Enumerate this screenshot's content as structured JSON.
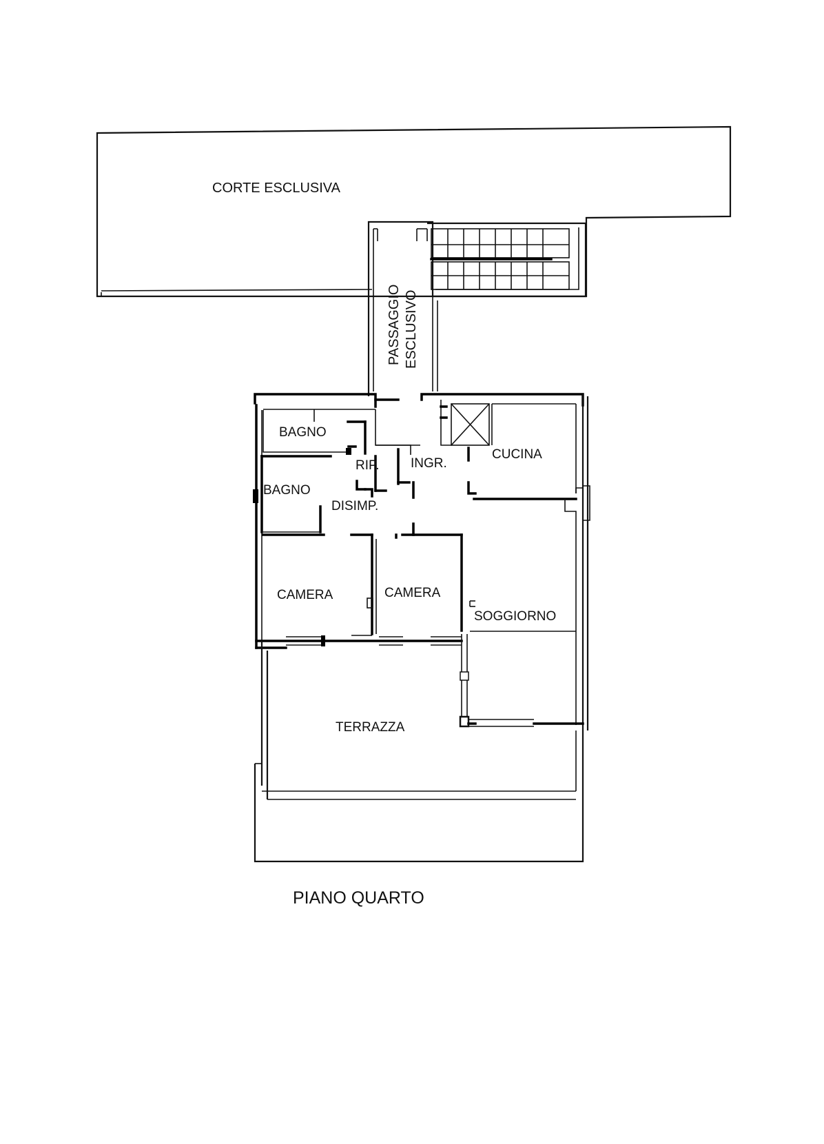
{
  "plan": {
    "title": "PIANO QUARTO",
    "rooms": {
      "corte": "CORTE ESCLUSIVA",
      "passaggio_1": "PASSAGGIO",
      "passaggio_2": "ESCLUSIVO",
      "bagno_top": "BAGNO",
      "bagno_bottom": "BAGNO",
      "ripostiglio": "RIP.",
      "ingresso": "INGR.",
      "cucina": "CUCINA",
      "disimpegno": "DISIMP.",
      "camera_left": "CAMERA",
      "camera_right": "CAMERA",
      "soggiorno": "SOGGIORNO",
      "terrazza": "TERRAZZA"
    }
  }
}
